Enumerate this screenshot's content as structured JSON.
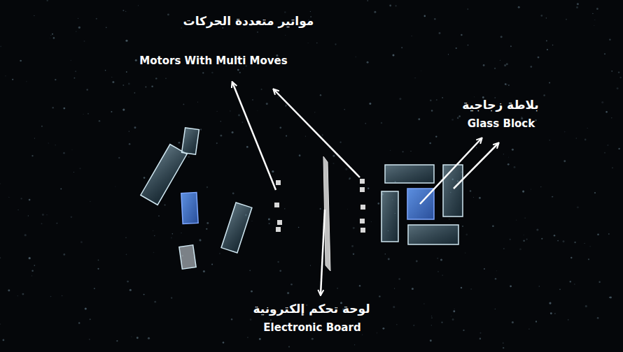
{
  "diagram": {
    "labels": [
      "مواتير متعددة الحركات",
      "Motors With Multi Moves",
      "بلاطة زجاجية",
      "Glass Block",
      "لوحة تحكم إلكترونية",
      "Electronic Board"
    ]
  }
}
